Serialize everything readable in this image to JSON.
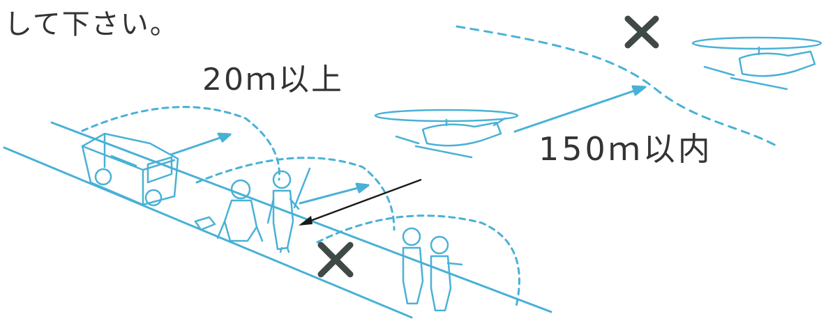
{
  "caption_fragment": "して下さい。",
  "distance_label": "20ｍ以上",
  "range_label": "150ｍ以内",
  "colors": {
    "line": "#49b1d6",
    "text": "#333333",
    "cross": "#3f4a47",
    "arrow_dark": "#1a1a1a",
    "background": "#ffffff"
  },
  "icons": {
    "mark": "cross-mark-icon"
  }
}
